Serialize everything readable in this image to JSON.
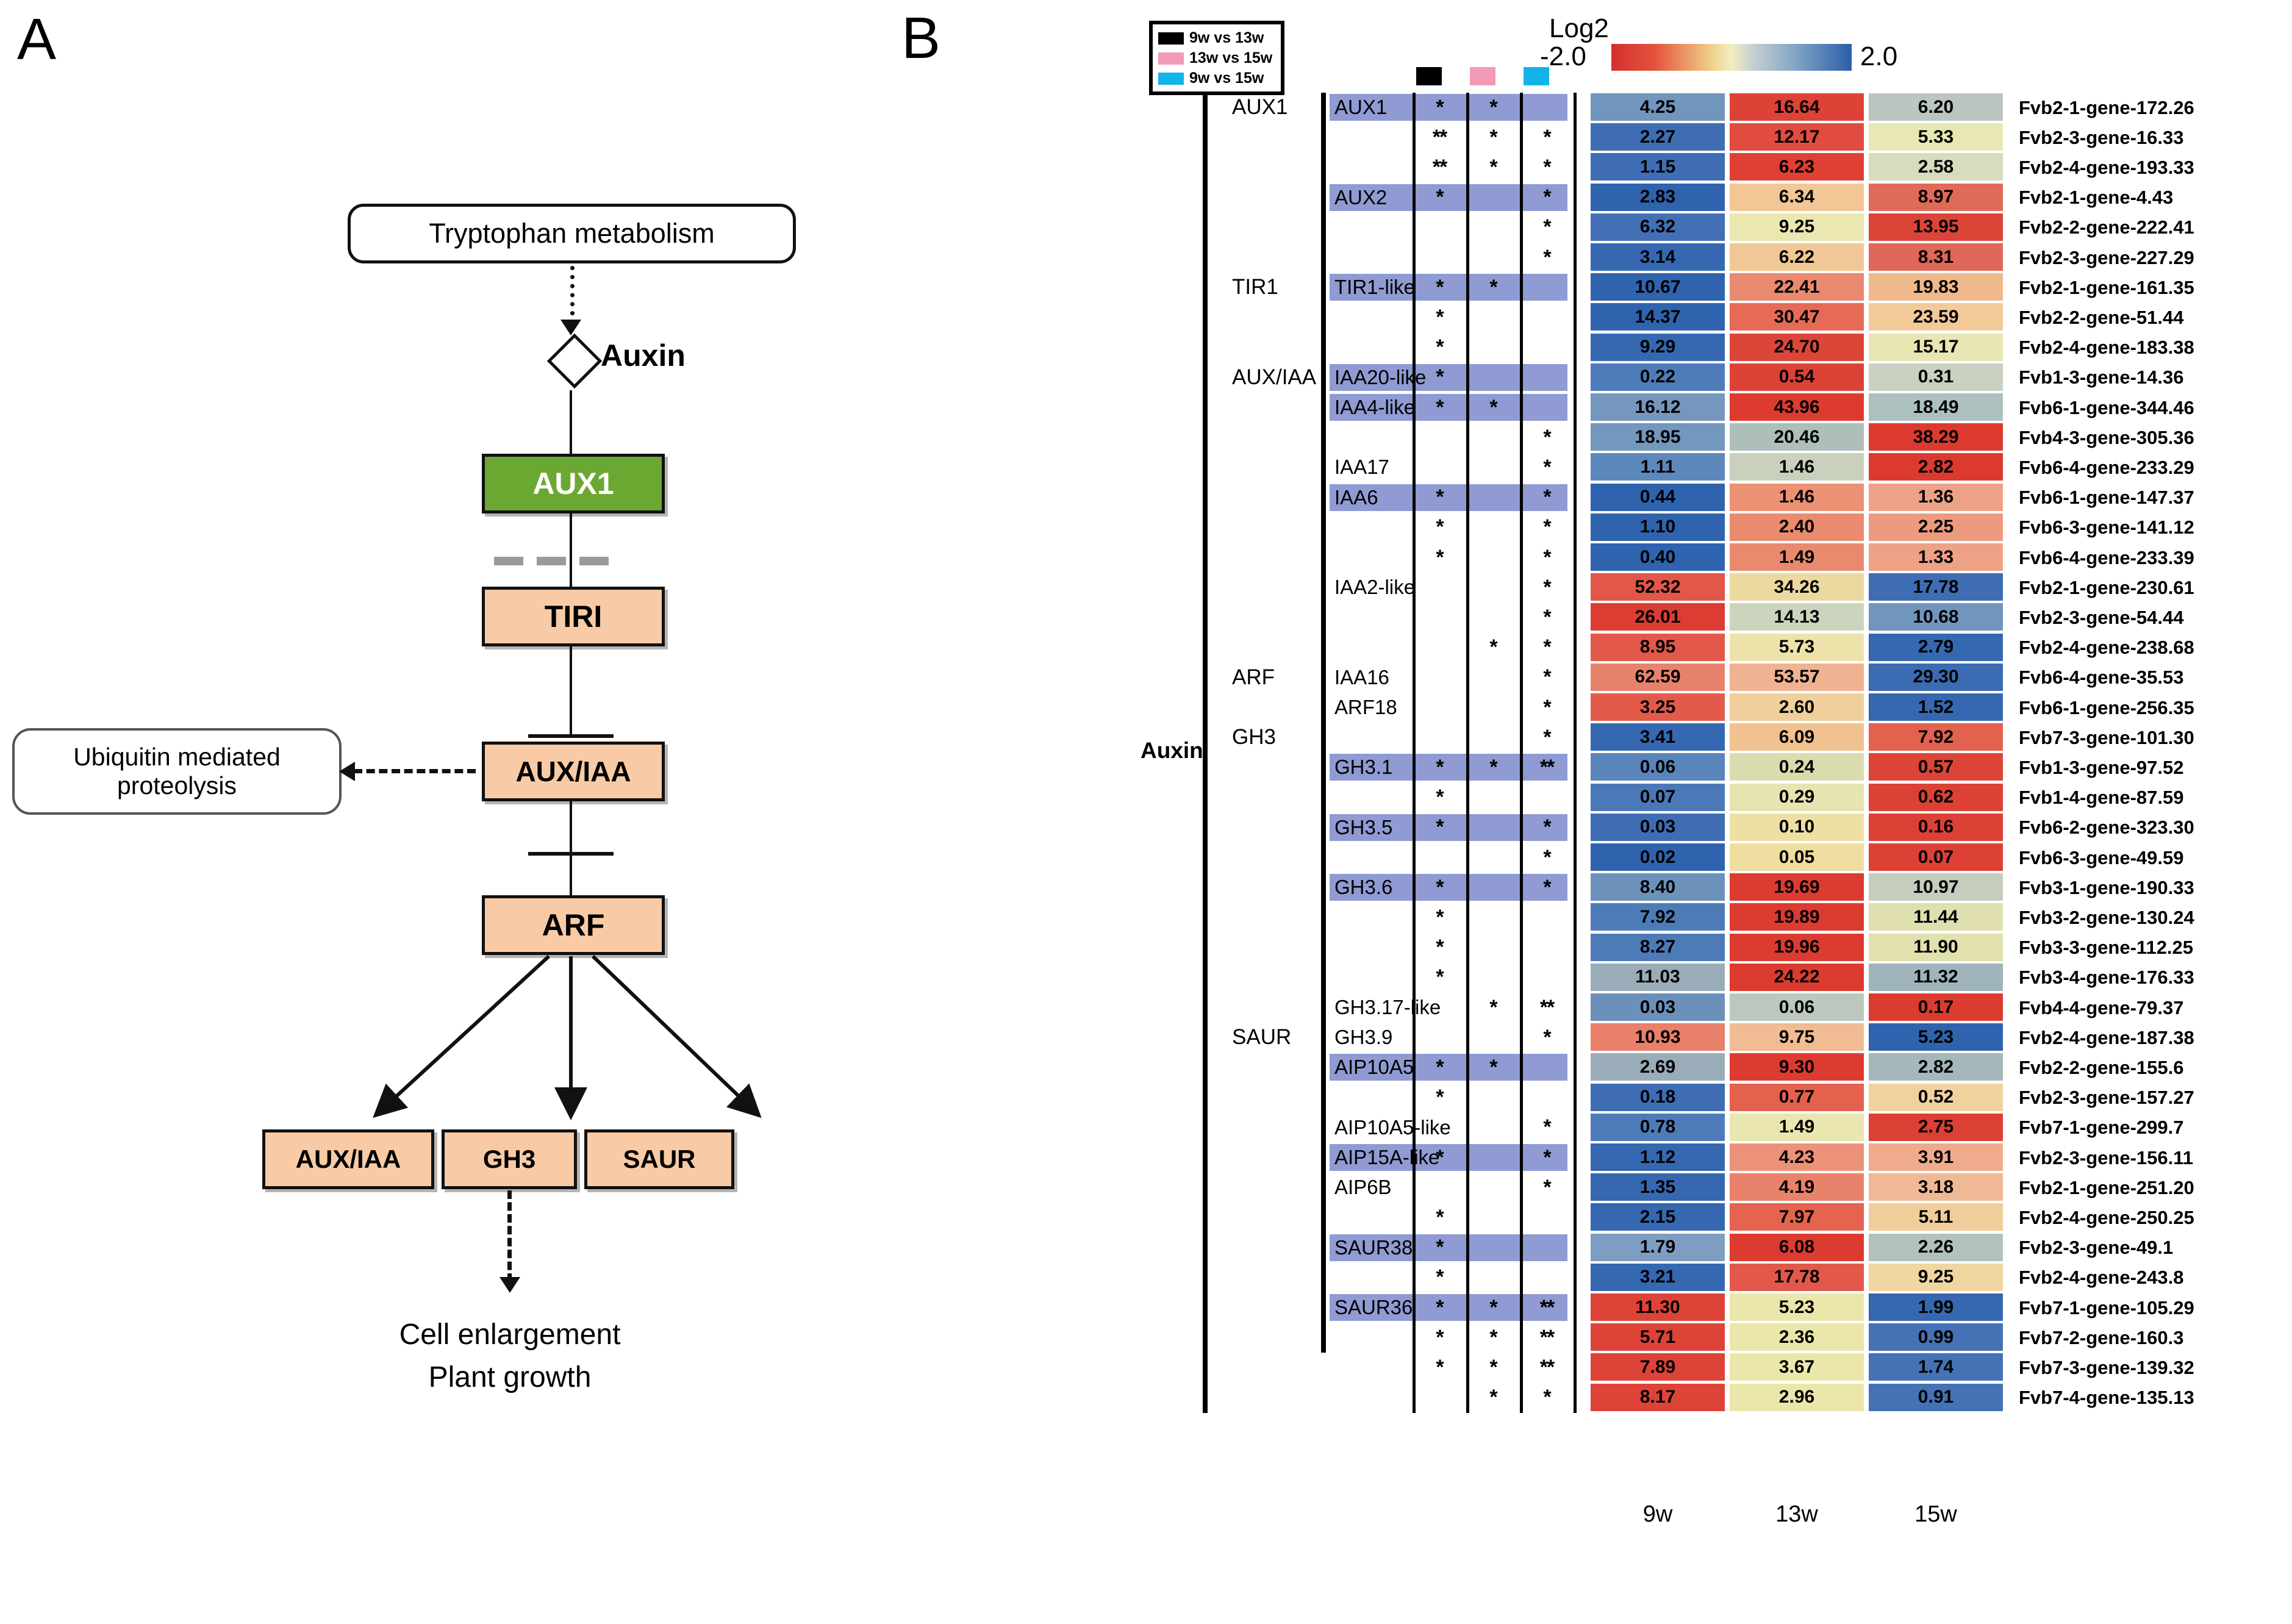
{
  "panels": {
    "a_letter": "A",
    "b_letter": "B"
  },
  "pathway": {
    "tryptophan": "Tryptophan metabolism",
    "auxin_metabolite": "Auxin",
    "aux1": "AUX1",
    "tir1": "TIRI",
    "auxiaa": "AUX/IAA",
    "ubiquitin": "Ubiquitin mediated proteolysis",
    "arf": "ARF",
    "out_auxiaa": "AUX/IAA",
    "out_gh3": "GH3",
    "out_saur": "SAUR",
    "outcome_line1": "Cell enlargement",
    "outcome_line2": "Plant growth"
  },
  "legend": {
    "items": [
      {
        "label": "9w vs 13w",
        "color": "#000000"
      },
      {
        "label": "13w vs 15w",
        "color": "#f39ab6"
      },
      {
        "label": "9w vs 15w",
        "color": "#12b4e8"
      }
    ]
  },
  "colorscale": {
    "title": "Log2",
    "min": "-2.0",
    "max": "2.0"
  },
  "group_label": "Auxin",
  "column_headers": [
    "9w",
    "13w",
    "15w"
  ],
  "families": [
    {
      "name": "AUX1",
      "start": 0,
      "count": 6
    },
    {
      "name": "TIR1",
      "start": 6,
      "count": 3
    },
    {
      "name": "AUX/IAA",
      "start": 9,
      "count": 10
    },
    {
      "name": "ARF",
      "start": 19,
      "count": 2
    },
    {
      "name": "GH3",
      "start": 21,
      "count": 10
    },
    {
      "name": "SAUR",
      "start": 31,
      "count": 11
    }
  ],
  "chart_data": {
    "type": "heatmap",
    "title": "Auxin signalling pathway gene expression heatmap",
    "xlabel": "",
    "ylabel": "",
    "categories": [
      "9w",
      "13w",
      "15w"
    ],
    "colorbar": {
      "label": "Log2",
      "min": -2.0,
      "max": 2.0
    },
    "significance_columns": [
      "9w vs 13w",
      "13w vs 15w",
      "9w vs 15w"
    ],
    "rows": [
      {
        "gene": "AUX1",
        "highlight": true,
        "stars": [
          "*",
          "*",
          ""
        ],
        "values": [
          "4.25",
          "16.64",
          "6.20"
        ],
        "colors": [
          "#7195bd",
          "#de4236",
          "#bcc6c0"
        ],
        "id": "Fvb2-1-gene-172.26"
      },
      {
        "gene": "",
        "highlight": false,
        "stars": [
          "**",
          "*",
          "*"
        ],
        "values": [
          "2.27",
          "12.17",
          "5.33"
        ],
        "colors": [
          "#3f6eb4",
          "#e04c3f",
          "#e8e8b4"
        ],
        "id": "Fvb2-3-gene-16.33"
      },
      {
        "gene": "",
        "highlight": false,
        "stars": [
          "**",
          "*",
          "*"
        ],
        "values": [
          "1.15",
          "6.23",
          "2.58"
        ],
        "colors": [
          "#3f6eb4",
          "#e04033",
          "#d7dcbc"
        ],
        "id": "Fvb2-4-gene-193.33"
      },
      {
        "gene": "AUX2",
        "highlight": true,
        "stars": [
          "*",
          "",
          "*"
        ],
        "values": [
          "2.83",
          "6.34",
          "8.97"
        ],
        "colors": [
          "#2f63ae",
          "#f3c795",
          "#e06a58"
        ],
        "id": "Fvb2-1-gene-4.43"
      },
      {
        "gene": "",
        "highlight": false,
        "stars": [
          "",
          "",
          "*"
        ],
        "values": [
          "6.32",
          "9.25",
          "13.95"
        ],
        "colors": [
          "#426fb5",
          "#eae7b0",
          "#dd4438"
        ],
        "id": "Fvb2-2-gene-222.41"
      },
      {
        "gene": "",
        "highlight": false,
        "stars": [
          "",
          "",
          "*"
        ],
        "values": [
          "3.14",
          "6.22",
          "8.31"
        ],
        "colors": [
          "#3668b1",
          "#f2c796",
          "#e06858"
        ],
        "id": "Fvb2-3-gene-227.29"
      },
      {
        "gene": "TIR1-like",
        "highlight": true,
        "stars": [
          "*",
          "*",
          ""
        ],
        "values": [
          "10.67",
          "22.41",
          "19.83"
        ],
        "colors": [
          "#2f63ae",
          "#e98970",
          "#f0b98c"
        ],
        "id": "Fvb2-1-gene-161.35"
      },
      {
        "gene": "",
        "highlight": false,
        "stars": [
          "*",
          "",
          ""
        ],
        "values": [
          "14.37",
          "30.47",
          "23.59"
        ],
        "colors": [
          "#2f63ae",
          "#e66b57",
          "#f2ca9a"
        ],
        "id": "Fvb2-2-gene-51.44"
      },
      {
        "gene": "",
        "highlight": false,
        "stars": [
          "*",
          "",
          ""
        ],
        "values": [
          "9.29",
          "24.70",
          "15.17"
        ],
        "colors": [
          "#3668b1",
          "#dc4639",
          "#e8e6b2"
        ],
        "id": "Fvb2-4-gene-183.38"
      },
      {
        "gene": "IAA20-like",
        "highlight": true,
        "stars": [
          "*",
          "",
          ""
        ],
        "values": [
          "0.22",
          "0.54",
          "0.31"
        ],
        "colors": [
          "#4e7cba",
          "#dc4235",
          "#c9d1c2"
        ],
        "id": "Fvb1-3-gene-14.36"
      },
      {
        "gene": "IAA4-like",
        "highlight": true,
        "stars": [
          "*",
          "*",
          ""
        ],
        "values": [
          "16.12",
          "43.96",
          "18.49"
        ],
        "colors": [
          "#7597bd",
          "#dd3b30",
          "#adc0c0"
        ],
        "id": "Fvb6-1-gene-344.46"
      },
      {
        "gene": "",
        "highlight": false,
        "stars": [
          "",
          "",
          "*"
        ],
        "values": [
          "18.95",
          "20.46",
          "38.29"
        ],
        "colors": [
          "#7397bd",
          "#aebfbb",
          "#dc3a2f"
        ],
        "id": "Fvb4-3-gene-305.36"
      },
      {
        "gene": "IAA17",
        "highlight": false,
        "stars": [
          "",
          "",
          "*"
        ],
        "values": [
          "1.11",
          "1.46",
          "2.82"
        ],
        "colors": [
          "#5d88bb",
          "#c9d0bb",
          "#dd3a2f"
        ],
        "id": "Fvb6-4-gene-233.29"
      },
      {
        "gene": "IAA6",
        "highlight": true,
        "stars": [
          "*",
          "",
          "*"
        ],
        "values": [
          "0.44",
          "1.46",
          "1.36"
        ],
        "colors": [
          "#2f63ae",
          "#ec9173",
          "#eda287"
        ],
        "id": "Fvb6-1-gene-147.37"
      },
      {
        "gene": "",
        "highlight": false,
        "stars": [
          "*",
          "",
          "*"
        ],
        "values": [
          "1.10",
          "2.40",
          "2.25"
        ],
        "colors": [
          "#2f63ae",
          "#ea8a6e",
          "#ed9b7f"
        ],
        "id": "Fvb6-3-gene-141.12"
      },
      {
        "gene": "",
        "highlight": false,
        "stars": [
          "*",
          "",
          "*"
        ],
        "values": [
          "0.40",
          "1.49",
          "1.33"
        ],
        "colors": [
          "#2f63ae",
          "#e98a6e",
          "#eda287"
        ],
        "id": "Fvb6-4-gene-233.39"
      },
      {
        "gene": "IAA2-like",
        "highlight": false,
        "stars": [
          "",
          "",
          "*"
        ],
        "values": [
          "52.32",
          "34.26",
          "17.78"
        ],
        "colors": [
          "#e25747",
          "#ecd9a0",
          "#3e6db3"
        ],
        "id": "Fvb2-1-gene-230.61"
      },
      {
        "gene": "",
        "highlight": false,
        "stars": [
          "",
          "",
          "*"
        ],
        "values": [
          "26.01",
          "14.13",
          "10.68"
        ],
        "colors": [
          "#dc3c31",
          "#ccd4be",
          "#7195bd"
        ],
        "id": "Fvb2-3-gene-54.44"
      },
      {
        "gene": "",
        "highlight": false,
        "stars": [
          "",
          "*",
          "*"
        ],
        "values": [
          "8.95",
          "5.73",
          "2.79"
        ],
        "colors": [
          "#e2584a",
          "#eee2ab",
          "#3668b1"
        ],
        "id": "Fvb2-4-gene-238.68"
      },
      {
        "gene": "IAA16",
        "highlight": false,
        "stars": [
          "",
          "",
          "*"
        ],
        "values": [
          "62.59",
          "53.57",
          "29.30"
        ],
        "colors": [
          "#e8836b",
          "#f0b392",
          "#3b6bb2"
        ],
        "id": "Fvb6-4-gene-35.53"
      },
      {
        "gene": "ARF18",
        "highlight": false,
        "stars": [
          "",
          "",
          "*"
        ],
        "values": [
          "3.25",
          "2.60",
          "1.52"
        ],
        "colors": [
          "#e25a4a",
          "#f0cf9c",
          "#3668b1"
        ],
        "id": "Fvb6-1-gene-256.35"
      },
      {
        "gene": "",
        "highlight": false,
        "stars": [
          "",
          "",
          "*"
        ],
        "values": [
          "3.41",
          "6.09",
          "7.92"
        ],
        "colors": [
          "#3668b1",
          "#f1c18f",
          "#e3624f"
        ],
        "id": "Fvb7-3-gene-101.30"
      },
      {
        "gene": "GH3.1",
        "highlight": true,
        "stars": [
          "*",
          "*",
          "**"
        ],
        "values": [
          "0.06",
          "0.24",
          "0.57"
        ],
        "colors": [
          "#5a85ba",
          "#dbdcae",
          "#dd4438"
        ],
        "id": "Fvb1-3-gene-97.52"
      },
      {
        "gene": "",
        "highlight": false,
        "stars": [
          "*",
          "",
          ""
        ],
        "values": [
          "0.07",
          "0.29",
          "0.62"
        ],
        "colors": [
          "#4b79b8",
          "#e6e4b0",
          "#dd4135"
        ],
        "id": "Fvb1-4-gene-87.59"
      },
      {
        "gene": "GH3.5",
        "highlight": true,
        "stars": [
          "*",
          "",
          "*"
        ],
        "values": [
          "0.03",
          "0.10",
          "0.16"
        ],
        "colors": [
          "#3e6db3",
          "#eee0a4",
          "#dd4034"
        ],
        "id": "Fvb6-2-gene-323.30"
      },
      {
        "gene": "",
        "highlight": false,
        "stars": [
          "",
          "",
          "*"
        ],
        "values": [
          "0.02",
          "0.05",
          "0.07"
        ],
        "colors": [
          "#2f63ae",
          "#f0dda0",
          "#dd4135"
        ],
        "id": "Fvb6-3-gene-49.59"
      },
      {
        "gene": "GH3.6",
        "highlight": true,
        "stars": [
          "*",
          "",
          "*"
        ],
        "values": [
          "8.40",
          "19.69",
          "10.97"
        ],
        "colors": [
          "#6c92bb",
          "#dc3b30",
          "#c5cdbd"
        ],
        "id": "Fvb3-1-gene-190.33"
      },
      {
        "gene": "",
        "highlight": false,
        "stars": [
          "*",
          "",
          ""
        ],
        "values": [
          "7.92",
          "19.89",
          "11.44"
        ],
        "colors": [
          "#4d7bb8",
          "#dc3b30",
          "#dfdfb0"
        ],
        "id": "Fvb3-2-gene-130.24"
      },
      {
        "gene": "",
        "highlight": false,
        "stars": [
          "*",
          "",
          ""
        ],
        "values": [
          "8.27",
          "19.96",
          "11.90"
        ],
        "colors": [
          "#4d7bb8",
          "#dc3b30",
          "#e2e1ae"
        ],
        "id": "Fvb3-3-gene-112.25"
      },
      {
        "gene": "",
        "highlight": false,
        "stars": [
          "*",
          "",
          ""
        ],
        "values": [
          "11.03",
          "24.22",
          "11.32"
        ],
        "colors": [
          "#9aacb8",
          "#dc3b30",
          "#9fb4bb"
        ],
        "id": "Fvb3-4-gene-176.33"
      },
      {
        "gene": "GH3.17-like",
        "highlight": false,
        "stars": [
          "",
          "*",
          "**"
        ],
        "values": [
          "0.03",
          "0.06",
          "0.17"
        ],
        "colors": [
          "#6b90ba",
          "#bcc8bd",
          "#dc3b30"
        ],
        "id": "Fvb4-4-gene-79.37"
      },
      {
        "gene": "GH3.9",
        "highlight": false,
        "stars": [
          "",
          "",
          "*"
        ],
        "values": [
          "10.93",
          "9.75",
          "5.23"
        ],
        "colors": [
          "#e8806a",
          "#f1bb93",
          "#2f63ae"
        ],
        "id": "Fvb2-4-gene-187.38"
      },
      {
        "gene": "AIP10A5",
        "highlight": true,
        "stars": [
          "*",
          "*",
          ""
        ],
        "values": [
          "2.69",
          "9.30",
          "2.82"
        ],
        "colors": [
          "#9aacb8",
          "#dc3b30",
          "#a4b7bb"
        ],
        "id": "Fvb2-2-gene-155.6"
      },
      {
        "gene": "",
        "highlight": false,
        "stars": [
          "*",
          "",
          ""
        ],
        "values": [
          "0.18",
          "0.77",
          "0.52"
        ],
        "colors": [
          "#3e6db3",
          "#e4614e",
          "#f0d29e"
        ],
        "id": "Fvb2-3-gene-157.27"
      },
      {
        "gene": "AIP10A5-like",
        "highlight": false,
        "stars": [
          "",
          "",
          "*"
        ],
        "values": [
          "0.78",
          "1.49",
          "2.75"
        ],
        "colors": [
          "#4e7cba",
          "#e9e6b0",
          "#dc3f33"
        ],
        "id": "Fvb7-1-gene-299.7"
      },
      {
        "gene": "AIP15A-like",
        "highlight": true,
        "stars": [
          "*",
          "",
          "*"
        ],
        "values": [
          "1.12",
          "4.23",
          "3.91"
        ],
        "colors": [
          "#3668b1",
          "#ec9279",
          "#efab8b"
        ],
        "id": "Fvb2-3-gene-156.11"
      },
      {
        "gene": "AIP6B",
        "highlight": false,
        "stars": [
          "",
          "",
          "*"
        ],
        "values": [
          "1.35",
          "4.19",
          "3.18"
        ],
        "colors": [
          "#3668b1",
          "#e9826b",
          "#f0b996"
        ],
        "id": "Fvb2-1-gene-251.20"
      },
      {
        "gene": "",
        "highlight": false,
        "stars": [
          "*",
          "",
          ""
        ],
        "values": [
          "2.15",
          "7.97",
          "5.11"
        ],
        "colors": [
          "#3668b1",
          "#e46450",
          "#f1cd9b"
        ],
        "id": "Fvb2-4-gene-250.25"
      },
      {
        "gene": "SAUR38",
        "highlight": true,
        "stars": [
          "*",
          "",
          ""
        ],
        "values": [
          "1.79",
          "6.08",
          "2.26"
        ],
        "colors": [
          "#7e9ec1",
          "#dc3b30",
          "#b3c1bd"
        ],
        "id": "Fvb2-3-gene-49.1"
      },
      {
        "gene": "",
        "highlight": false,
        "stars": [
          "*",
          "",
          ""
        ],
        "values": [
          "3.21",
          "17.78",
          "9.25"
        ],
        "colors": [
          "#3668b1",
          "#e2584a",
          "#f0d6a1"
        ],
        "id": "Fvb2-4-gene-243.8"
      },
      {
        "gene": "SAUR36",
        "highlight": true,
        "stars": [
          "*",
          "*",
          "**"
        ],
        "values": [
          "11.30",
          "5.23",
          "1.99"
        ],
        "colors": [
          "#dd4337",
          "#ebe7ab",
          "#3668b1"
        ],
        "id": "Fvb7-1-gene-105.29"
      },
      {
        "gene": "",
        "highlight": false,
        "stars": [
          "*",
          "*",
          "**"
        ],
        "values": [
          "5.71",
          "2.36",
          "0.99"
        ],
        "colors": [
          "#dd4337",
          "#ebe7ab",
          "#4472b5"
        ],
        "id": "Fvb7-2-gene-160.3"
      },
      {
        "gene": "",
        "highlight": false,
        "stars": [
          "*",
          "*",
          "**"
        ],
        "values": [
          "7.89",
          "3.67",
          "1.74"
        ],
        "colors": [
          "#dd4337",
          "#ebe7ab",
          "#4472b5"
        ],
        "id": "Fvb7-3-gene-139.32"
      },
      {
        "gene": "",
        "highlight": false,
        "stars": [
          "",
          "*",
          "*"
        ],
        "values": [
          "8.17",
          "2.96",
          "0.91"
        ],
        "colors": [
          "#dd4337",
          "#ebe7ab",
          "#4472b5"
        ],
        "id": "Fvb7-4-gene-135.13"
      }
    ]
  }
}
